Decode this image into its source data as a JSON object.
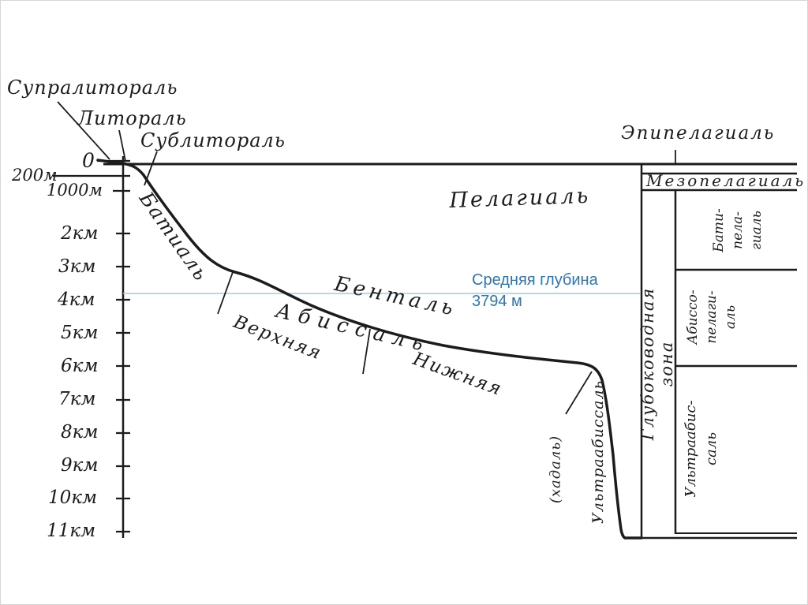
{
  "slide": {
    "background": "#ffffff",
    "ink_color": "#1c1c1c"
  },
  "annotation": {
    "line1": "Средняя глубина",
    "line2": "3794 м",
    "text_color": "#2e75b6",
    "line_color": "#a6c9e8"
  },
  "depth_axis": {
    "ticks": [
      "0",
      "200м",
      "1000м",
      "2км",
      "3км",
      "4км",
      "5км",
      "6км",
      "7км",
      "8км",
      "9км",
      "10км",
      "11км"
    ]
  },
  "labels": {
    "supralittoral": "Супралитораль",
    "littoral": "Литораль",
    "sublittoral": "Сублитораль",
    "bathyal": "Батиаль",
    "pelagial": "Пелагиаль",
    "benthal": "Бенталь",
    "abyssal": "Абиссаль",
    "abyssal_upper": "Верхняя",
    "abyssal_lower": "Нижняя",
    "ultraabyssal": "Ультраабиссаль",
    "hadal": "(хадаль)",
    "epipelagial": "Эпипелагиаль",
    "mesopelagial": "Мезопелагиаль",
    "bathypelagial": "Бати-\nпела-\nгиаль",
    "abyssopelagial": "Абиссо-\nпелаги-\nаль",
    "ultraabyssal_pelagial": "Ультраабис-\nсаль",
    "deepwater_zone": "Глубоководная зона"
  }
}
